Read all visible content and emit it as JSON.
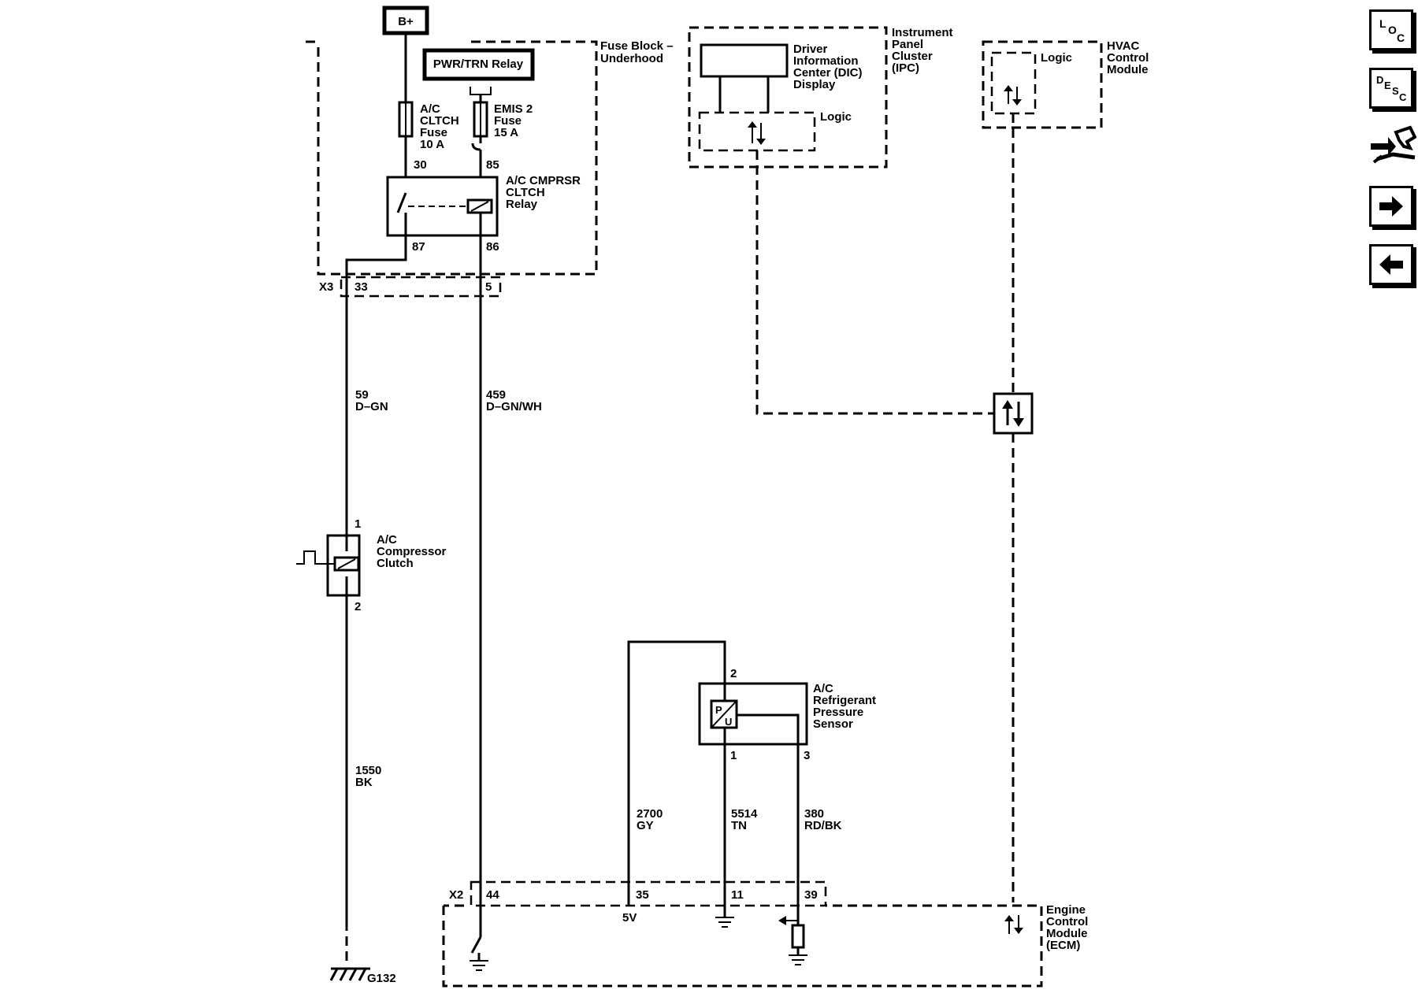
{
  "power": {
    "source": "B+",
    "relay_box": "PWR/TRN Relay"
  },
  "fuse_block": {
    "name_lines": [
      "Fuse Block –",
      "Underhood"
    ],
    "fuse1_lines": [
      "A/C",
      "CLTCH",
      "Fuse",
      "10 A"
    ],
    "fuse2_lines": [
      "EMIS 2",
      "Fuse",
      "15 A"
    ],
    "relay_lines": [
      "A/C CMPRSR",
      "CLTCH",
      "Relay"
    ],
    "pins": {
      "p30": "30",
      "p85": "85",
      "p87": "87",
      "p86": "86"
    },
    "connector": {
      "name": "X3",
      "pin_a": "33",
      "pin_b": "5"
    }
  },
  "ipc": {
    "name_lines": [
      "Instrument",
      "Panel",
      "Cluster",
      "(IPC)"
    ],
    "display_lines": [
      "Driver",
      "Information",
      "Center (DIC)",
      "Display"
    ],
    "logic": "Logic"
  },
  "hvac": {
    "name_lines": [
      "HVAC",
      "Control",
      "Module"
    ],
    "logic": "Logic"
  },
  "wires": {
    "w59": [
      "59",
      "D–GN"
    ],
    "w459": [
      "459",
      "D–GN/WH"
    ],
    "w1550": [
      "1550",
      "BK"
    ],
    "w2700": [
      "2700",
      "GY"
    ],
    "w5514": [
      "5514",
      "TN"
    ],
    "w380": [
      "380",
      "RD/BK"
    ]
  },
  "clutch": {
    "name_lines": [
      "A/C",
      "Compressor",
      "Clutch"
    ],
    "pin1": "1",
    "pin2": "2"
  },
  "sensor": {
    "name_lines": [
      "A/C",
      "Refrigerant",
      "Pressure",
      "Sensor"
    ],
    "pin1": "1",
    "pin2": "2",
    "pin3": "3",
    "p_glyph": "P",
    "u_glyph": "U"
  },
  "ecm": {
    "name_lines": [
      "Engine",
      "Control",
      "Module",
      "(ECM)"
    ],
    "connector": "X2",
    "pins": {
      "p44": "44",
      "p35": "35",
      "p11": "11",
      "p39": "39"
    },
    "ref_voltage": "5V"
  },
  "ground": {
    "name": "G132"
  },
  "nav": {
    "loc_letters": [
      "L",
      "O",
      "C"
    ],
    "desc_letters": [
      "D",
      "E",
      "S",
      "C"
    ],
    "icons": [
      "connector-icon",
      "next-arrow-icon",
      "previous-arrow-icon"
    ]
  }
}
